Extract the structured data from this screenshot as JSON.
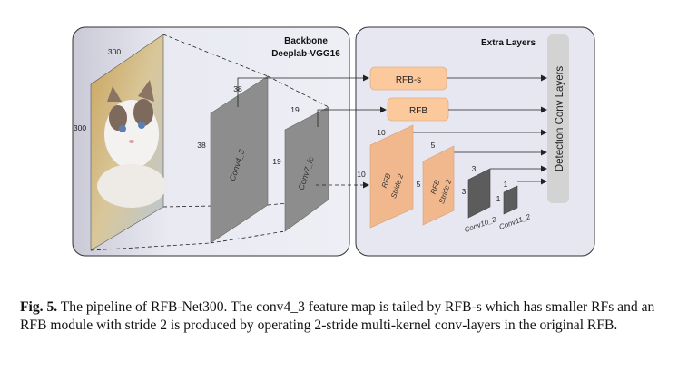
{
  "backbone": {
    "title": "Backbone",
    "subtitle": "Deeplab-VGG16"
  },
  "extra_layers": {
    "title": "Extra Layers"
  },
  "detection": {
    "label": "Detection Conv Layers"
  },
  "input": {
    "width_label": "300",
    "height_label": "300"
  },
  "conv4_3": {
    "label": "Conv4_3",
    "size_top": "38",
    "size_left": "38"
  },
  "conv7": {
    "label": "Conv7_fc",
    "size_top": "19",
    "size_left": "19"
  },
  "rfb_s": {
    "label": "RFB-s"
  },
  "rfb": {
    "label": "RFB"
  },
  "rfb_stride_1": {
    "line1": "RFB",
    "line2": "Stride 2",
    "size_top": "10",
    "size_left": "10"
  },
  "rfb_stride_2": {
    "line1": "RFB",
    "line2": "Stride 2",
    "size_top": "5",
    "size_left": "5"
  },
  "conv10_2": {
    "label": "Conv10_2",
    "size_top": "3",
    "size_left": "3"
  },
  "conv11_2": {
    "label": "Conv11_2",
    "size_top": "1",
    "size_left": "1"
  },
  "caption": {
    "prefix": "Fig. 5.",
    "text": "The pipeline of RFB-Net300. The conv4_3 feature map is tailed by RFB-s which has smaller RFs and an RFB module with stride 2 is produced by operating 2-stride multi-kernel conv-layers in the original RFB."
  },
  "colors": {
    "panel_bg": "#e6e7f1",
    "orange_block": "#f1b88e",
    "rfb_box": "#fcc99d",
    "gray_block": "#8d8d8d",
    "dark_block": "#5c5c5c",
    "detection_bar": "#d3d3d3"
  }
}
